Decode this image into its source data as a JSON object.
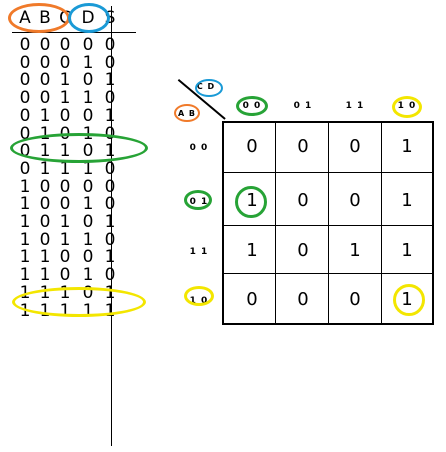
{
  "truth_table": {
    "headers": [
      "A",
      "B",
      "C",
      "D",
      "S"
    ],
    "rows": [
      [
        "0",
        "0",
        "0",
        "0",
        "0"
      ],
      [
        "0",
        "0",
        "0",
        "1",
        "0"
      ],
      [
        "0",
        "0",
        "1",
        "0",
        "1"
      ],
      [
        "0",
        "0",
        "1",
        "1",
        "0"
      ],
      [
        "0",
        "1",
        "0",
        "0",
        "1"
      ],
      [
        "0",
        "1",
        "0",
        "1",
        "0"
      ],
      [
        "0",
        "1",
        "1",
        "0",
        "1"
      ],
      [
        "0",
        "1",
        "1",
        "1",
        "0"
      ],
      [
        "1",
        "0",
        "0",
        "0",
        "0"
      ],
      [
        "1",
        "0",
        "0",
        "1",
        "0"
      ],
      [
        "1",
        "0",
        "1",
        "0",
        "1"
      ],
      [
        "1",
        "0",
        "1",
        "1",
        "0"
      ],
      [
        "1",
        "1",
        "0",
        "0",
        "1"
      ],
      [
        "1",
        "1",
        "0",
        "1",
        "0"
      ],
      [
        "1",
        "1",
        "1",
        "0",
        "1"
      ],
      [
        "1",
        "1",
        "1",
        "1",
        "1"
      ]
    ]
  },
  "kmap": {
    "corner_row_label": "A B",
    "corner_col_label": "C D",
    "col_labels": [
      "0 0",
      "0 1",
      "1 1",
      "1 0"
    ],
    "row_labels": [
      "0 0",
      "0 1",
      "1 1",
      "1 0"
    ],
    "cells": [
      [
        "0",
        "0",
        "0",
        "1"
      ],
      [
        "1",
        "0",
        "0",
        "1"
      ],
      [
        "1",
        "0",
        "1",
        "1"
      ],
      [
        "0",
        "0",
        "0",
        "1"
      ]
    ]
  },
  "colors": {
    "orange": "#f07a2a",
    "blue": "#1a9ad6",
    "green": "#27a336",
    "yellow": "#f3e600"
  }
}
